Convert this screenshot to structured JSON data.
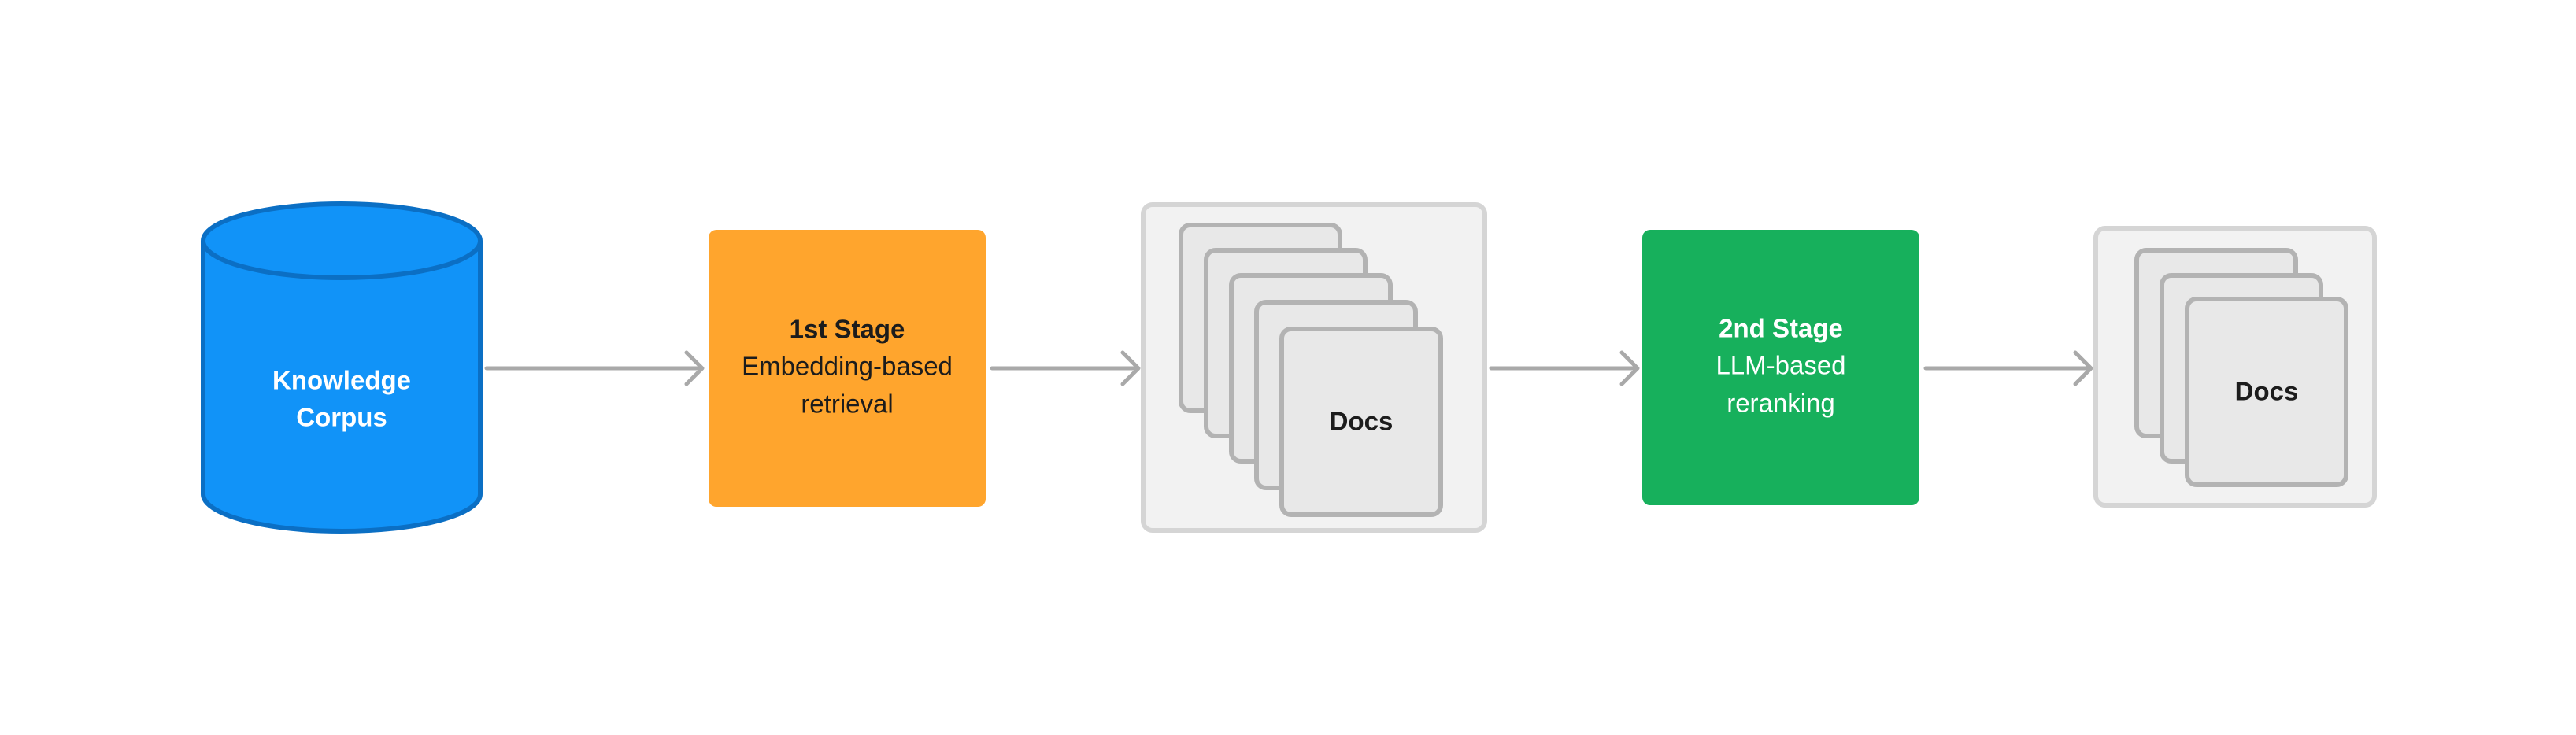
{
  "diagram": {
    "corpus": {
      "line1": "Knowledge",
      "line2": "Corpus",
      "color": "#1193F8",
      "stroke": "#0B6FC4"
    },
    "stage1": {
      "title": "1st Stage",
      "line1": "Embedding-based",
      "line2": "retrieval",
      "color": "#FFA52D"
    },
    "docs_large": {
      "label": "Docs"
    },
    "stage2": {
      "title": "2nd Stage",
      "line1": "LLM-based",
      "line2": "reranking",
      "color": "#17B05C"
    },
    "docs_small": {
      "label": "Docs"
    },
    "colors": {
      "arrow": "#A9A9A9",
      "doc_fill": "#E8E8E8",
      "doc_stroke": "#B3B3B3",
      "container_fill": "#F2F2F2",
      "container_stroke": "#D5D5D5"
    }
  }
}
